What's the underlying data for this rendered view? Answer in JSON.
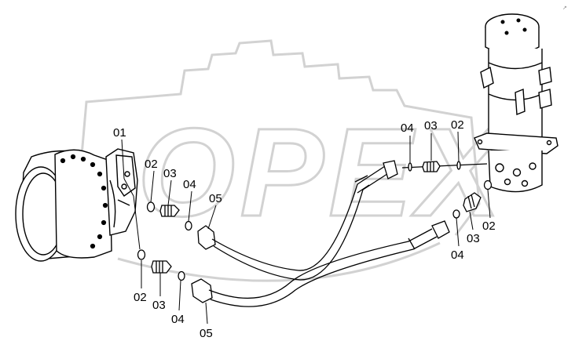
{
  "watermark": {
    "text": "OPEX",
    "color": "#d8d8d8"
  },
  "corner_mark": "↗",
  "callouts": {
    "motor": {
      "part": "01",
      "oring": "02",
      "adapter": "03",
      "seal": "04",
      "hose": "05"
    },
    "motor_lower": {
      "oring": "02",
      "adapter": "03",
      "seal": "04",
      "hose": "05"
    },
    "joint_upper": {
      "seal": "04",
      "adapter": "03",
      "oring": "02"
    },
    "joint_lower": {
      "oring": "02",
      "adapter": "03",
      "seal": "04"
    }
  },
  "colors": {
    "line": "#000000",
    "background": "#ffffff"
  }
}
